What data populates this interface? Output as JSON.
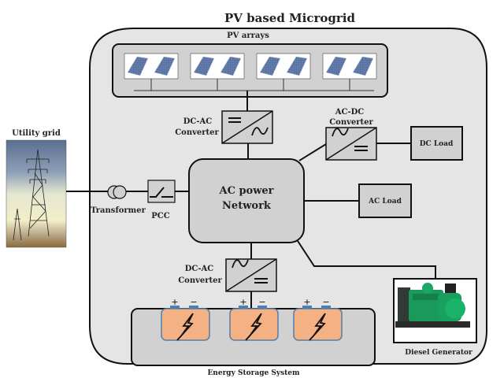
{
  "title": "PV based Microgrid",
  "pv": {
    "label": "PV arrays",
    "panel_groups": 4
  },
  "utility": {
    "label": "Utility grid"
  },
  "transformer": {
    "label": "Transformer"
  },
  "pcc": {
    "label": "PCC"
  },
  "network": {
    "line1": "AC power",
    "line2": "Network"
  },
  "converter_pv": {
    "line1": "DC-AC",
    "line2": "Converter",
    "top_symbol": "dc",
    "bottom_symbol": "ac"
  },
  "converter_dc": {
    "line1": "AC-DC",
    "line2": "Converter",
    "top_symbol": "ac",
    "bottom_symbol": "dc"
  },
  "converter_ess": {
    "line1": "DC-AC",
    "line2": "Converter",
    "top_symbol": "ac",
    "bottom_symbol": "dc"
  },
  "dc_load": {
    "label": "DC Load"
  },
  "ac_load": {
    "label": "AC Load"
  },
  "ess": {
    "label": "Energy Storage System",
    "battery_count": 3,
    "plus": "+",
    "minus": "−"
  },
  "diesel": {
    "label": "Diesel Generator"
  },
  "colors": {
    "outer_fill": "#e6e5e6",
    "box_fill": "#d2d1d2",
    "stroke": "#111111",
    "battery_fill": "#f4b183",
    "battery_stroke": "#4f7fae",
    "generator_green": "#1a9a5a"
  }
}
